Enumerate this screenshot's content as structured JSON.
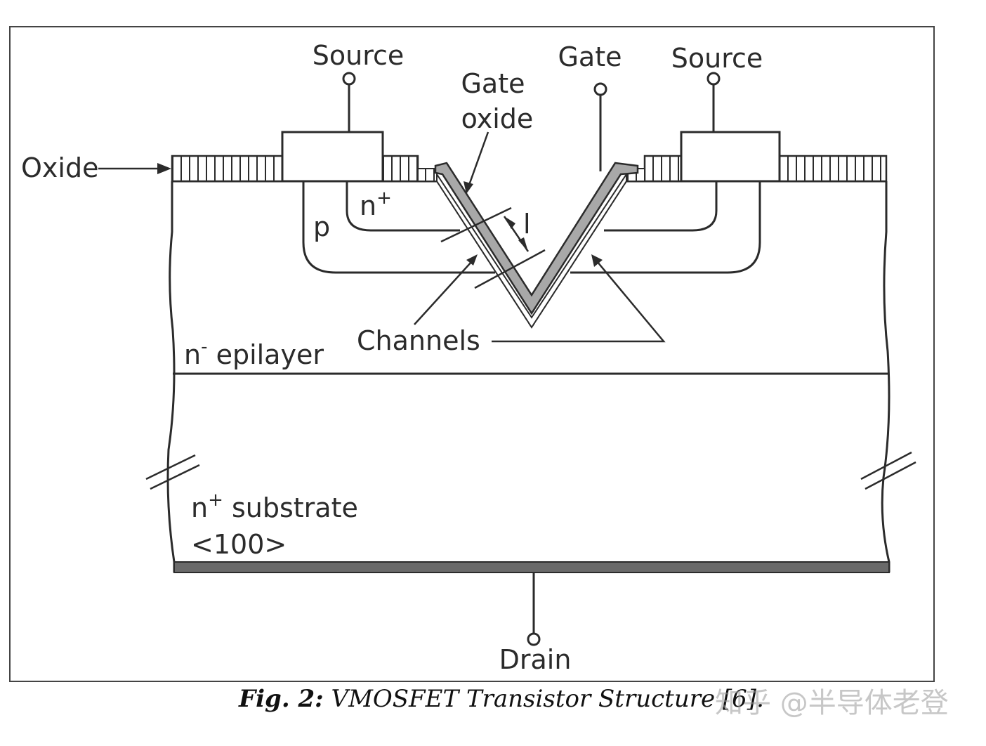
{
  "labels": {
    "source_left": "Source",
    "source_right": "Source",
    "gate": "Gate",
    "gate_oxide_line1": "Gate",
    "gate_oxide_line2": "oxide",
    "oxide": "Oxide",
    "n_plus": "n",
    "n_plus_sup": "+",
    "p_region": "p",
    "channel_length": "l",
    "channels": "Channels",
    "epilayer_n": "n",
    "epilayer_sup": "-",
    "epilayer_text": " epilayer",
    "substrate_n": "n",
    "substrate_sup": "+",
    "substrate_text": " substrate",
    "orientation": "<100>",
    "drain": "Drain"
  },
  "caption": {
    "prefix": "Fig. 2:",
    "text": " VMOSFET Transistor Structure [6]."
  },
  "watermark": "知乎 @半导体老登"
}
